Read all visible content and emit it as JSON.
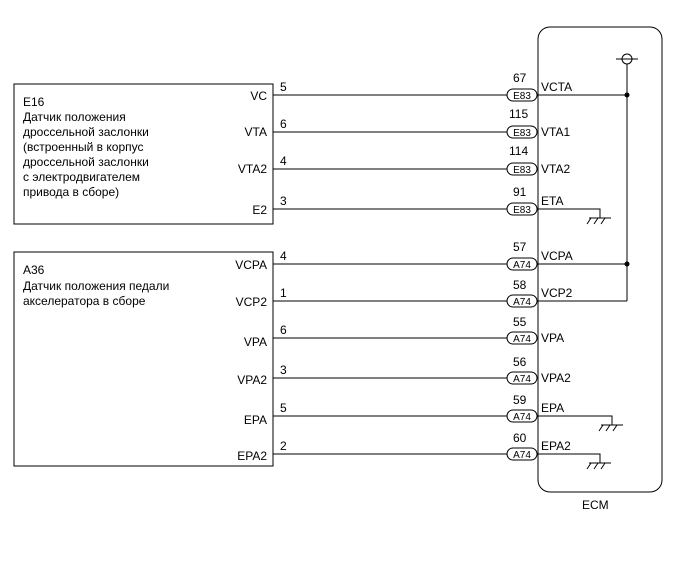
{
  "e16": {
    "code": "E16",
    "desc": [
      "Датчик положения",
      "дроссельной заслонки",
      "(встроенный в корпус",
      "дроссельной заслонки",
      "с электродвигателем",
      "привода в сборе)"
    ],
    "pins": [
      {
        "sensor": "VC",
        "num": "5",
        "ecm_pin": "67",
        "connector": "E83",
        "ecm": "VCTA"
      },
      {
        "sensor": "VTA",
        "num": "6",
        "ecm_pin": "115",
        "connector": "E83",
        "ecm": "VTA1"
      },
      {
        "sensor": "VTA2",
        "num": "4",
        "ecm_pin": "114",
        "connector": "E83",
        "ecm": "VTA2"
      },
      {
        "sensor": "E2",
        "num": "3",
        "ecm_pin": "91",
        "connector": "E83",
        "ecm": "ETA"
      }
    ]
  },
  "a36": {
    "code": "A36",
    "desc": [
      "Датчик положения педали",
      "акселератора в сборе"
    ],
    "pins": [
      {
        "sensor": "VCPA",
        "num": "4",
        "ecm_pin": "57",
        "connector": "A74",
        "ecm": "VCPA"
      },
      {
        "sensor": "VCP2",
        "num": "1",
        "ecm_pin": "58",
        "connector": "A74",
        "ecm": "VCP2"
      },
      {
        "sensor": "VPA",
        "num": "6",
        "ecm_pin": "55",
        "connector": "A74",
        "ecm": "VPA"
      },
      {
        "sensor": "VPA2",
        "num": "3",
        "ecm_pin": "56",
        "connector": "A74",
        "ecm": "VPA2"
      },
      {
        "sensor": "EPA",
        "num": "5",
        "ecm_pin": "59",
        "connector": "A74",
        "ecm": "EPA"
      },
      {
        "sensor": "EPA2",
        "num": "2",
        "ecm_pin": "60",
        "connector": "A74",
        "ecm": "EPA2"
      }
    ]
  },
  "ecm": {
    "label": "ECM"
  }
}
